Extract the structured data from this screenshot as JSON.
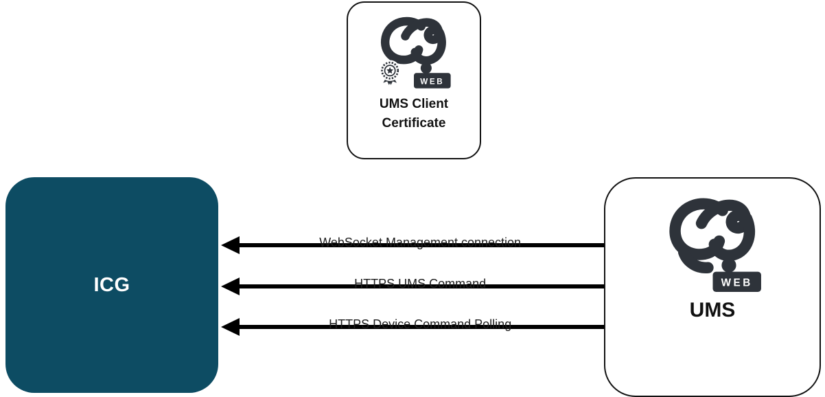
{
  "diagram": {
    "top_node": {
      "label_line1": "UMS Client",
      "label_line2": "Certificate"
    },
    "left_node": {
      "label": "ICG"
    },
    "right_node": {
      "label": "UMS"
    },
    "arrows": [
      {
        "label": "WebSocket Management connection",
        "direction": "right-to-left"
      },
      {
        "label": "HTTPS UMS Command",
        "direction": "right-to-left"
      },
      {
        "label": "HTTPS Device Command Polling",
        "direction": "right-to-left"
      }
    ],
    "logo_badge": "WEB",
    "icons": {
      "ums_web_logo": "abstract-loop-glyph",
      "certificate_seal": "rosette-seal-with-ribbons"
    },
    "colors": {
      "icg_fill": "#0d4c63",
      "logo": "#2e333a",
      "arrow": "#000000",
      "node_border": "#111111"
    }
  }
}
